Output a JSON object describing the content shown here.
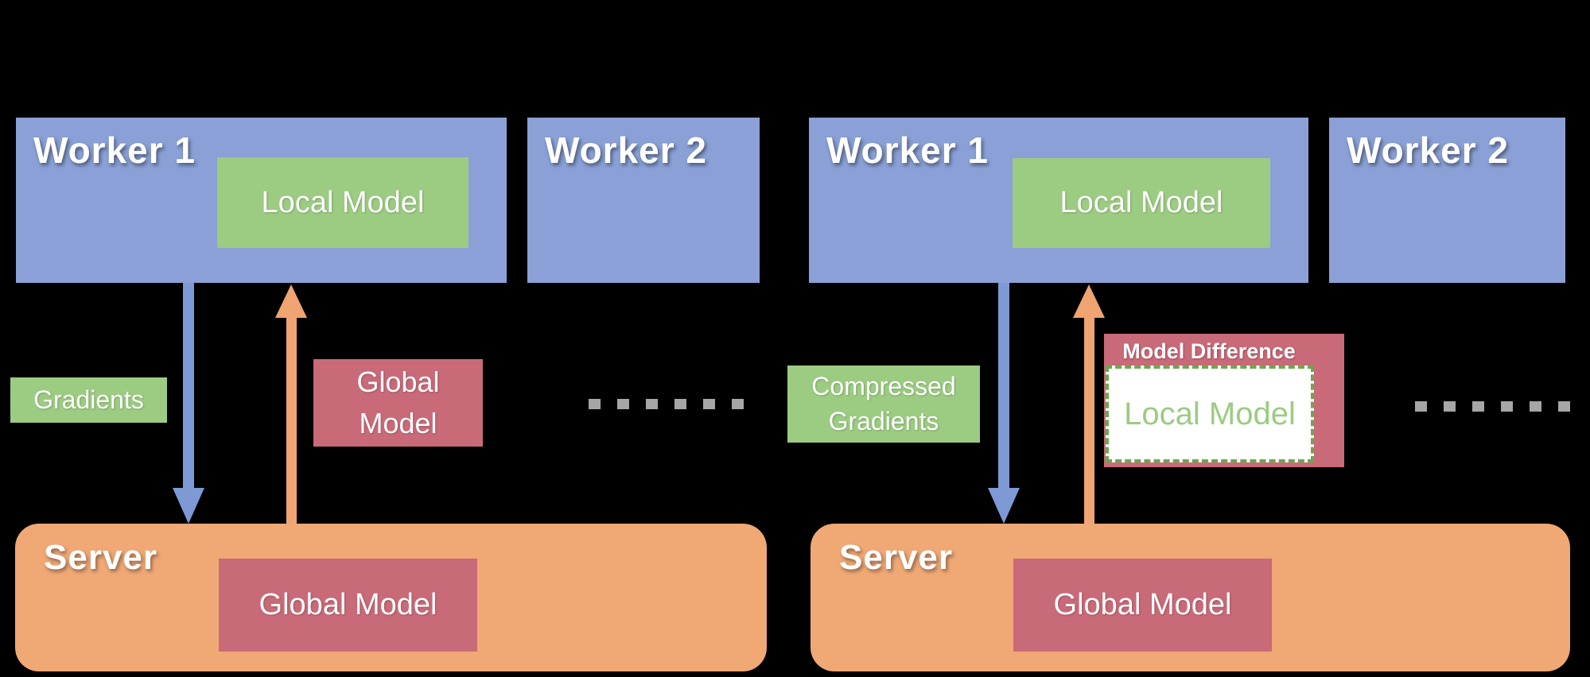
{
  "colors": {
    "background": "#000000",
    "worker_blue": "#8AA0D6",
    "model_green": "#9CCB82",
    "server_orange": "#F0A875",
    "model_rose": "#C96A78",
    "arrow_blue": "#7E99D4",
    "arrow_orange": "#EFA472",
    "dots_gray": "#A6A6A6",
    "dashed_border_green": "#69A84F",
    "text_white": "#FFFFFF"
  },
  "left_panel": {
    "worker1_label": "Worker 1",
    "worker2_label": "Worker 2",
    "local_model_label": "Local Model",
    "gradients_label": "Gradients",
    "global_model_label": "Global Model",
    "server_label": "Server",
    "server_global_model_label": "Global Model"
  },
  "right_panel": {
    "worker1_label": "Worker 1",
    "worker2_label": "Worker 2",
    "local_model_label": "Local Model",
    "compressed_gradients_label": "Compressed Gradients",
    "model_difference_title": "Model Difference",
    "model_difference_inner_label": "Local Model",
    "server_label": "Server",
    "server_global_model_label": "Global Model"
  }
}
